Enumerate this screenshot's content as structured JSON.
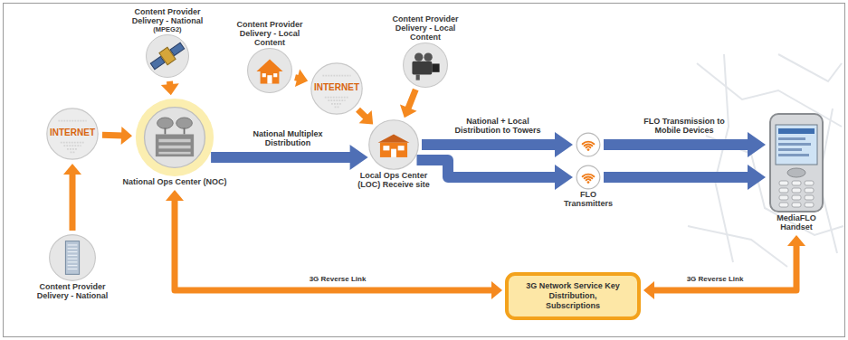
{
  "diagram": {
    "nodes": [
      {
        "text": [
          "Content Provider Delivery - National",
          "(MPEG2)"
        ]
      },
      {
        "text": [
          "Content Provider Delivery - Local Content"
        ]
      },
      {
        "text": [
          "INTERNET"
        ]
      },
      {
        "text": [
          "Content Provider Delivery - Local Content"
        ]
      },
      {
        "text": [
          "INTERNET"
        ]
      },
      {
        "text": [
          "National Ops Center (NOC)"
        ]
      },
      {
        "text": [
          "Local Ops Center (LOC) Receive site"
        ]
      },
      {
        "text": [
          "FLO Transmitters"
        ]
      },
      {
        "text": [
          "MediaFLO Handset"
        ]
      },
      {
        "text": [
          "Content Provider Delivery - National"
        ]
      },
      {
        "text": [
          "3G Network Service Key Distribution, Subscriptions"
        ]
      }
    ],
    "edges": [
      {
        "from": 9,
        "to": 4,
        "arrow": "to"
      },
      {
        "from": 4,
        "to": 5,
        "arrow": "to"
      },
      {
        "from": 0,
        "to": 5,
        "arrow": "to"
      },
      {
        "from": 1,
        "to": 2,
        "arrow": "to"
      },
      {
        "from": 2,
        "to": 6,
        "arrow": "to"
      },
      {
        "from": 3,
        "to": 6,
        "arrow": "to"
      },
      {
        "from": 5,
        "to": 6,
        "label": "National Multiplex Distribution",
        "arrow": "to"
      },
      {
        "from": 6,
        "to": 7,
        "label": "National + Local Distribution to Towers",
        "arrow": "to"
      },
      {
        "from": 6,
        "to": 7,
        "arrow": "to"
      },
      {
        "from": 7,
        "to": 8,
        "label": "FLO Transmission to Mobile Devices",
        "arrow": "to"
      },
      {
        "from": 7,
        "to": 8,
        "arrow": "to"
      },
      {
        "from": 5,
        "to": 10,
        "label": "3G Reverse Link",
        "arrow": "both"
      },
      {
        "from": 10,
        "to": 8,
        "label": "3G Reverse Link",
        "arrow": "both"
      }
    ]
  }
}
